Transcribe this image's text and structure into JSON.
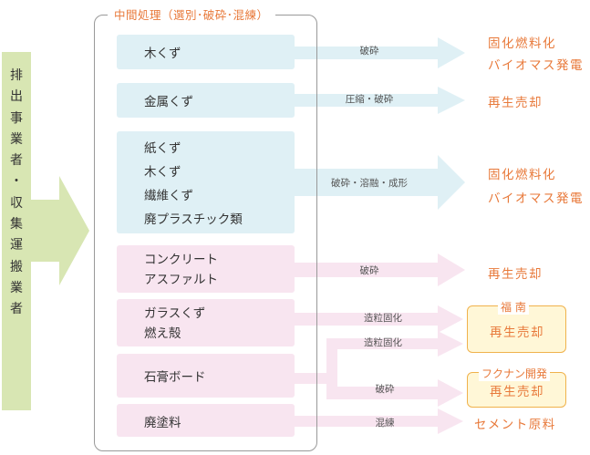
{
  "source": {
    "chars": [
      "排",
      "出",
      "事",
      "業",
      "者",
      "・",
      "収",
      "集",
      "運",
      "搬",
      "業",
      "者"
    ]
  },
  "process_frame": {
    "title": "中間処理（選別･破砕･混練）"
  },
  "categories": [
    {
      "lines": [
        "木くず"
      ]
    },
    {
      "lines": [
        "金属くず"
      ]
    },
    {
      "lines": [
        "紙くず",
        "木くず",
        "繊維くず",
        "廃プラスチック類"
      ]
    },
    {
      "lines": [
        "コンクリート",
        "アスファルト"
      ]
    },
    {
      "lines": [
        "ガラスくず",
        "燃え殻"
      ]
    },
    {
      "lines": [
        "石膏ボード"
      ]
    },
    {
      "lines": [
        "廃塗料"
      ]
    }
  ],
  "processes": [
    "破砕",
    "圧縮・破砕",
    "破砕・溶融・成形",
    "破砕",
    "造粒固化",
    "造粒固化",
    "破砕",
    "混練"
  ],
  "outcomes": {
    "wood": [
      "固化燃料化",
      "バイオマス発電"
    ],
    "metal": "再生売却",
    "mixed": [
      "固化燃料化",
      "バイオマス発電"
    ],
    "concrete": "再生売却",
    "fukunan": {
      "label": "福 南",
      "text": "再生売却"
    },
    "fukunan_kaihatsu": {
      "label": "フクナン開発",
      "text": "再生売却"
    },
    "cement": "セメント原料"
  },
  "colors": {
    "blue_fill": "#dff0f5",
    "pink_fill": "#f8e5f0",
    "source_fill": "#d8e6b3",
    "accent": "#e8793a",
    "box_border": "#f0b24c",
    "box_fill": "#fff7d7"
  }
}
